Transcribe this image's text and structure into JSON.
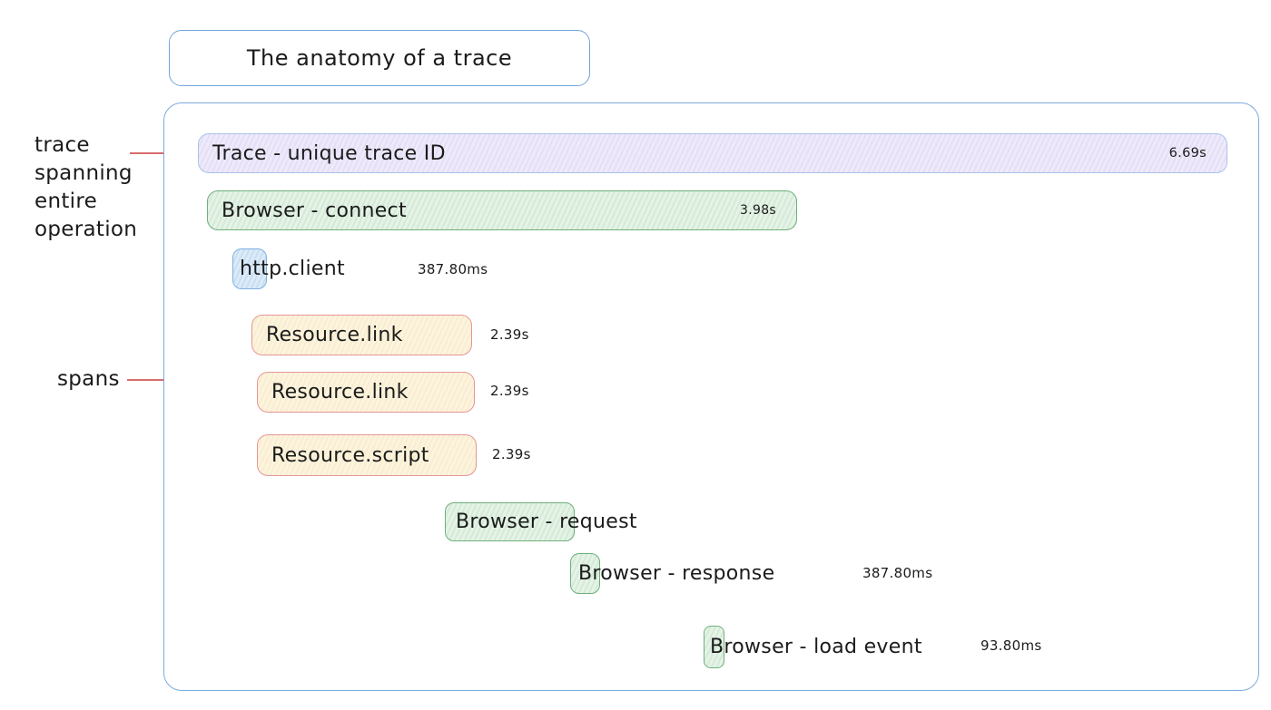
{
  "title": "The anatomy of a trace",
  "annotations": {
    "trace_label": "trace spanning entire operation",
    "spans_label": "spans"
  },
  "trace": {
    "label": "Trace - unique trace ID",
    "duration": "6.69s"
  },
  "spans": [
    {
      "id": "browser-connect",
      "label": "Browser - connect",
      "duration": "3.98s"
    },
    {
      "id": "http-client",
      "label": "http.client",
      "duration": "387.80ms"
    },
    {
      "id": "resource-link-1",
      "label": "Resource.link",
      "duration": "2.39s"
    },
    {
      "id": "resource-link-2",
      "label": "Resource.link",
      "duration": "2.39s"
    },
    {
      "id": "resource-script",
      "label": "Resource.script",
      "duration": "2.39s"
    },
    {
      "id": "browser-request",
      "label": "Browser - request",
      "duration": ""
    },
    {
      "id": "browser-response",
      "label": "Browser - response",
      "duration": "387.80ms"
    },
    {
      "id": "browser-load-event",
      "label": "Browser - load event",
      "duration": "93.80ms"
    }
  ],
  "colors": {
    "container_border": "#7cabdf",
    "trace_fill": "#f1eefb",
    "trace_border": "#a9c2ea",
    "green_fill": "#eaf6eb",
    "green_border": "#6fb07c",
    "blue_fill": "#e2effa",
    "blue_border": "#7fb0e3",
    "cream_fill": "#fdf6e2",
    "cream_border": "#e69597",
    "connector_red": "#d96c6c",
    "text": "#1b1b1b"
  }
}
